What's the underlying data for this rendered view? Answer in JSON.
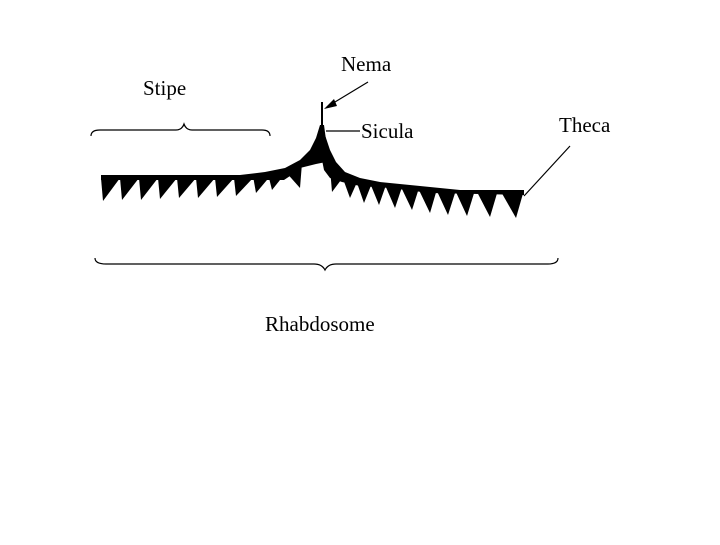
{
  "diagram": {
    "labels": {
      "stipe": "Stipe",
      "nema": "Nema",
      "sicula": "Sicula",
      "theca": "Theca",
      "rhabdosome": "Rhabdosome"
    },
    "colors": {
      "background": "#ffffff",
      "ink": "#000000"
    }
  }
}
